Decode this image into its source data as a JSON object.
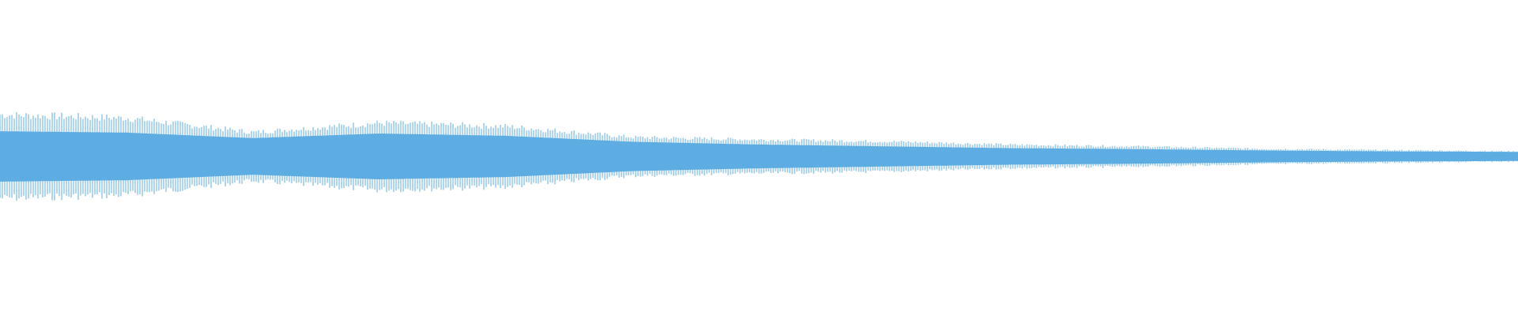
{
  "waveform": {
    "color": "#5dade2",
    "background": "#ffffff",
    "shape": "decaying-oscillation",
    "envelope": [
      1.0,
      0.92,
      0.58,
      0.8,
      0.72,
      0.46,
      0.4,
      0.36,
      0.28,
      0.24,
      0.18,
      0.15,
      0.12
    ],
    "body_envelope": [
      0.55,
      0.52,
      0.4,
      0.5,
      0.45,
      0.32,
      0.26,
      0.22,
      0.18,
      0.16,
      0.13,
      0.11,
      0.1
    ]
  }
}
